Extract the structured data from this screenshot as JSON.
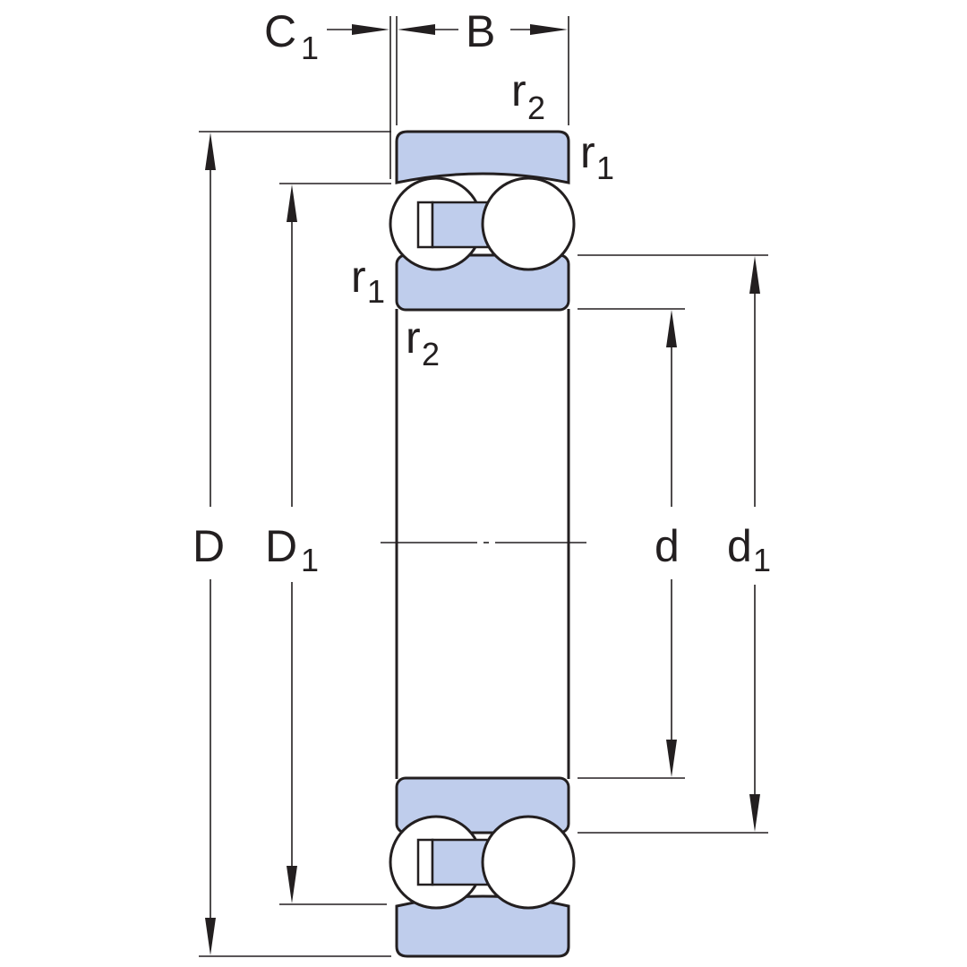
{
  "colors": {
    "ring_fill": "#bfcdec",
    "line": "#231f20",
    "background": "#ffffff"
  },
  "labels": {
    "C1": {
      "main": "C",
      "sub": "1"
    },
    "B": {
      "main": "B"
    },
    "r2_top": {
      "main": "r",
      "sub": "2"
    },
    "r1_top": {
      "main": "r",
      "sub": "1"
    },
    "r1_left": {
      "main": "r",
      "sub": "1"
    },
    "r2_left": {
      "main": "r",
      "sub": "2"
    },
    "D": {
      "main": "D"
    },
    "D1": {
      "main": "D",
      "sub": "1"
    },
    "d": {
      "main": "d"
    },
    "d1": {
      "main": "d",
      "sub": "1"
    }
  }
}
